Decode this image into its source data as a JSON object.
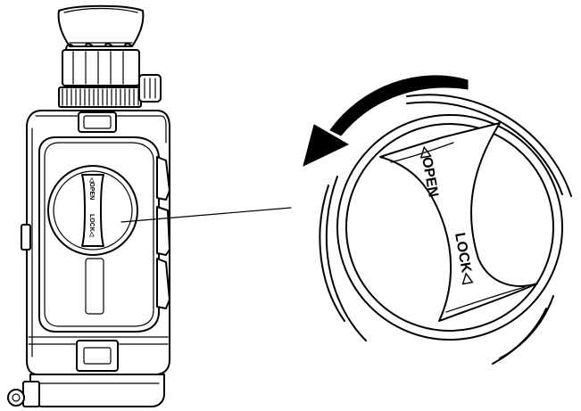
{
  "cap_labels": {
    "open": "◁OPEN",
    "lock": "LOCK◁"
  },
  "small_cap_labels": {
    "open": "◁OPEN",
    "lock": "LOCK◁"
  },
  "icons": {
    "rotation_arrow": "counterclockwise-arrow-icon"
  },
  "colors": {
    "line": "#000000",
    "background": "#ffffff"
  }
}
